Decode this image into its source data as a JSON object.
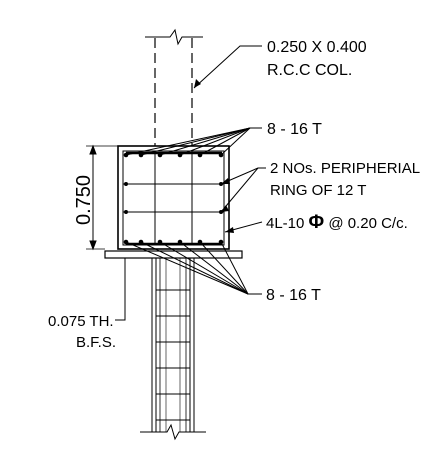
{
  "labels": {
    "column_size": "0.250 X 0.400",
    "column_type": "R.C.C COL.",
    "top_bars": "8 - 16 T",
    "ring_line1": "2 NOs. PERIPHERIAL",
    "ring_line2": "RING OF 12 T",
    "links_prefix": "4L-10 ",
    "links_symbol": "Φ",
    "links_suffix": " @ 0.20 C/c.",
    "bottom_bars": "8 - 16 T",
    "bfs_line1": "0.075 TH.",
    "bfs_line2": "B.F.S.",
    "depth": "0.750"
  }
}
